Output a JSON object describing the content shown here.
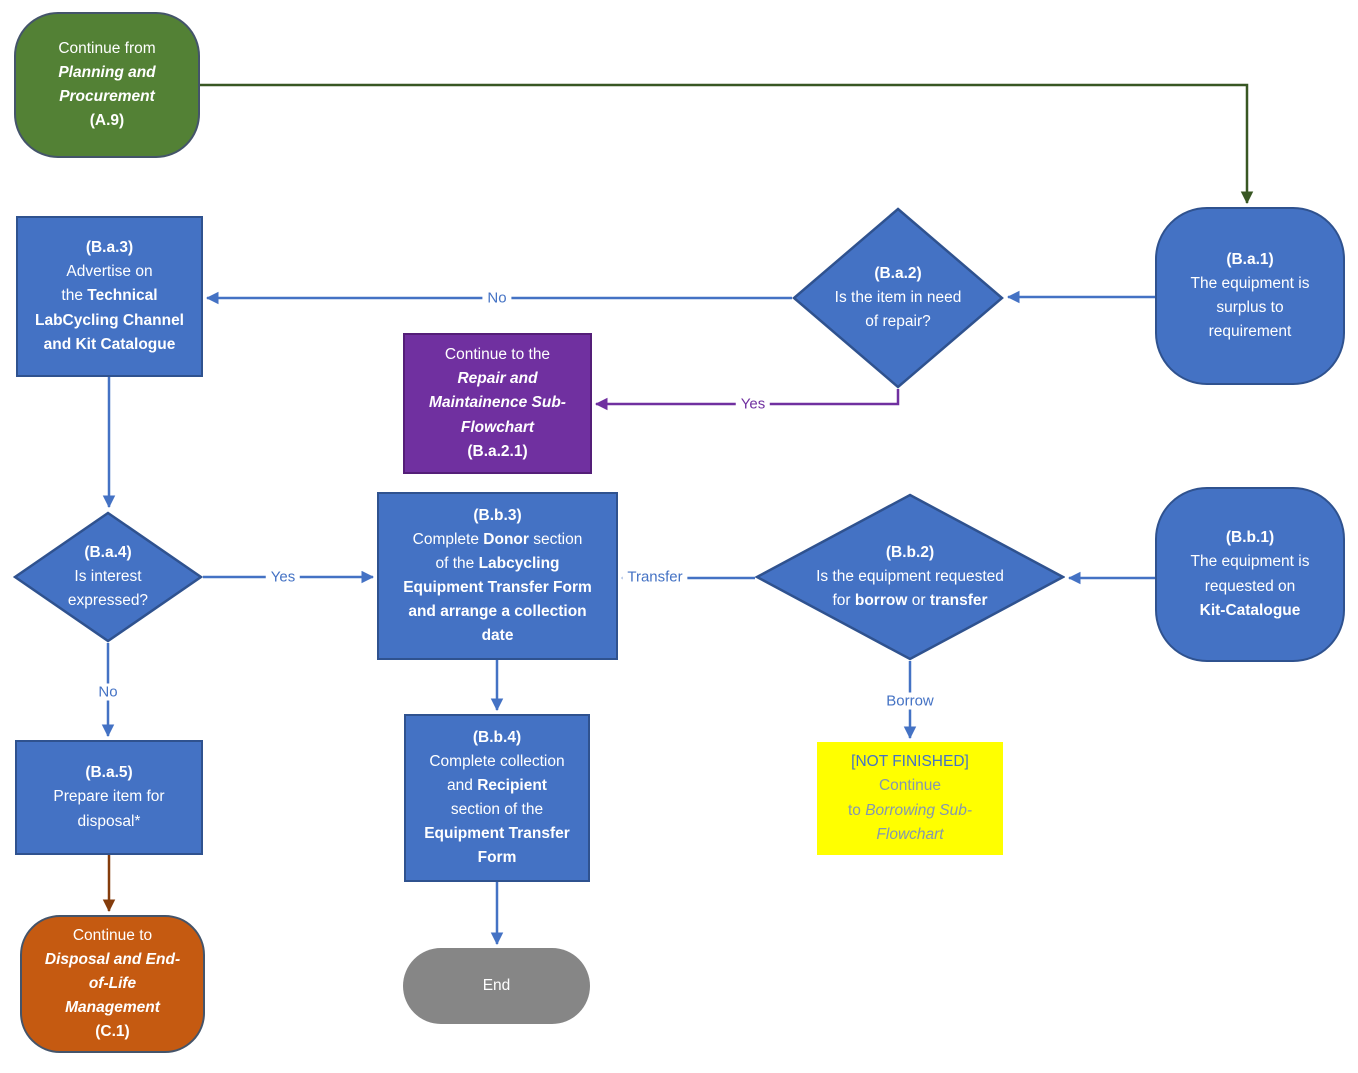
{
  "nodes": {
    "start": {
      "lines": [
        {
          "t": "Continue from"
        },
        {
          "t": "Planning and",
          "b": true,
          "i": true
        },
        {
          "t": "Procurement",
          "b": true,
          "i": true
        },
        {
          "t": "(A.9)",
          "b": true
        }
      ]
    },
    "ba1": {
      "lines": [
        {
          "t": "(B.a.1)",
          "b": true
        },
        {
          "t": "The equipment is"
        },
        {
          "t": "surplus to"
        },
        {
          "t": "requirement"
        }
      ]
    },
    "ba2": {
      "lines": [
        {
          "t": "(B.a.2)",
          "b": true
        },
        {
          "t": "Is the item in need"
        },
        {
          "t": "of repair?"
        }
      ]
    },
    "ba3": {
      "lines": [
        {
          "t": "(B.a.3)",
          "b": true
        },
        {
          "t": "Advertise on"
        },
        {
          "runs": [
            {
              "t": "the "
            },
            {
              "t": "Technical",
              "b": true
            }
          ]
        },
        {
          "t": "LabCycling Channel",
          "b": true
        },
        {
          "t": "and Kit Catalogue",
          "b": true
        }
      ]
    },
    "repair": {
      "lines": [
        {
          "t": "Continue to the"
        },
        {
          "t": "Repair and",
          "b": true,
          "i": true
        },
        {
          "t": "Maintainence Sub-",
          "b": true,
          "i": true
        },
        {
          "t": "Flowchart",
          "b": true,
          "i": true
        },
        {
          "t": "(B.a.2.1)",
          "b": true
        }
      ]
    },
    "ba4": {
      "lines": [
        {
          "t": "(B.a.4)",
          "b": true
        },
        {
          "t": "Is interest"
        },
        {
          "t": "expressed?"
        }
      ]
    },
    "bb3": {
      "lines": [
        {
          "t": "(B.b.3)",
          "b": true
        },
        {
          "runs": [
            {
              "t": "Complete "
            },
            {
              "t": "Donor",
              "b": true
            },
            {
              "t": " section"
            }
          ]
        },
        {
          "runs": [
            {
              "t": "of the "
            },
            {
              "t": "Labcycling",
              "b": true
            }
          ]
        },
        {
          "t": "Equipment Transfer Form",
          "b": true
        },
        {
          "t": "and arrange a collection",
          "b": true
        },
        {
          "t": "date",
          "b": true
        }
      ]
    },
    "bb2": {
      "lines": [
        {
          "t": "(B.b.2)",
          "b": true
        },
        {
          "t": "Is the equipment requested"
        },
        {
          "runs": [
            {
              "t": "for "
            },
            {
              "t": "borrow",
              "b": true
            },
            {
              "t": " or "
            },
            {
              "t": "transfer",
              "b": true
            }
          ]
        }
      ]
    },
    "bb1": {
      "lines": [
        {
          "t": "(B.b.1)",
          "b": true
        },
        {
          "t": "The equipment is"
        },
        {
          "t": "requested on"
        },
        {
          "t": "Kit-Catalogue",
          "b": true
        }
      ]
    },
    "ba5": {
      "lines": [
        {
          "t": "(B.a.5)",
          "b": true
        },
        {
          "t": "Prepare item for"
        },
        {
          "t": "disposal*"
        }
      ]
    },
    "disposal": {
      "lines": [
        {
          "t": "Continue to"
        },
        {
          "t": "Disposal and End-",
          "b": true,
          "i": true
        },
        {
          "t": "of-Life",
          "b": true,
          "i": true
        },
        {
          "t": "Management",
          "b": true,
          "i": true
        },
        {
          "t": "(C.1)",
          "b": true
        }
      ]
    },
    "bb4": {
      "lines": [
        {
          "t": "(B.b.4)",
          "b": true
        },
        {
          "t": "Complete collection"
        },
        {
          "runs": [
            {
              "t": "and "
            },
            {
              "t": "Recipient",
              "b": true
            }
          ]
        },
        {
          "t": "section of the"
        },
        {
          "t": "Equipment Transfer",
          "b": true
        },
        {
          "t": "Form",
          "b": true
        }
      ]
    },
    "end": {
      "lines": [
        {
          "t": "End"
        }
      ]
    },
    "borrowing": {
      "lines": [
        {
          "t": "[NOT FINISHED]"
        },
        {
          "t": "Continue"
        },
        {
          "runs": [
            {
              "t": "to "
            },
            {
              "t": "Borrowing Sub-",
              "i": true
            }
          ]
        },
        {
          "t": "Flowchart",
          "i": true
        }
      ]
    }
  },
  "labels": {
    "no_repair": "No",
    "yes_repair": "Yes",
    "yes_interest": "Yes",
    "no_interest": "No",
    "transfer": "Transfer",
    "borrow": "Borrow"
  },
  "colors": {
    "blue_fill": "#4472C4",
    "blue_border": "#2F528F",
    "green_fill": "#538135",
    "dark_border": "#44546A",
    "purple_fill": "#7030A0",
    "purple_border": "#541E78",
    "orange_fill": "#C55A11",
    "gray_fill": "#868686",
    "yellow_fill": "#FFFF00",
    "green_line": "#385723",
    "brown_line": "#843C0C",
    "label_blue": "#4472C4",
    "yellow_text_blue": "#4472C4",
    "yellow_text_muted": "#8497B0"
  }
}
